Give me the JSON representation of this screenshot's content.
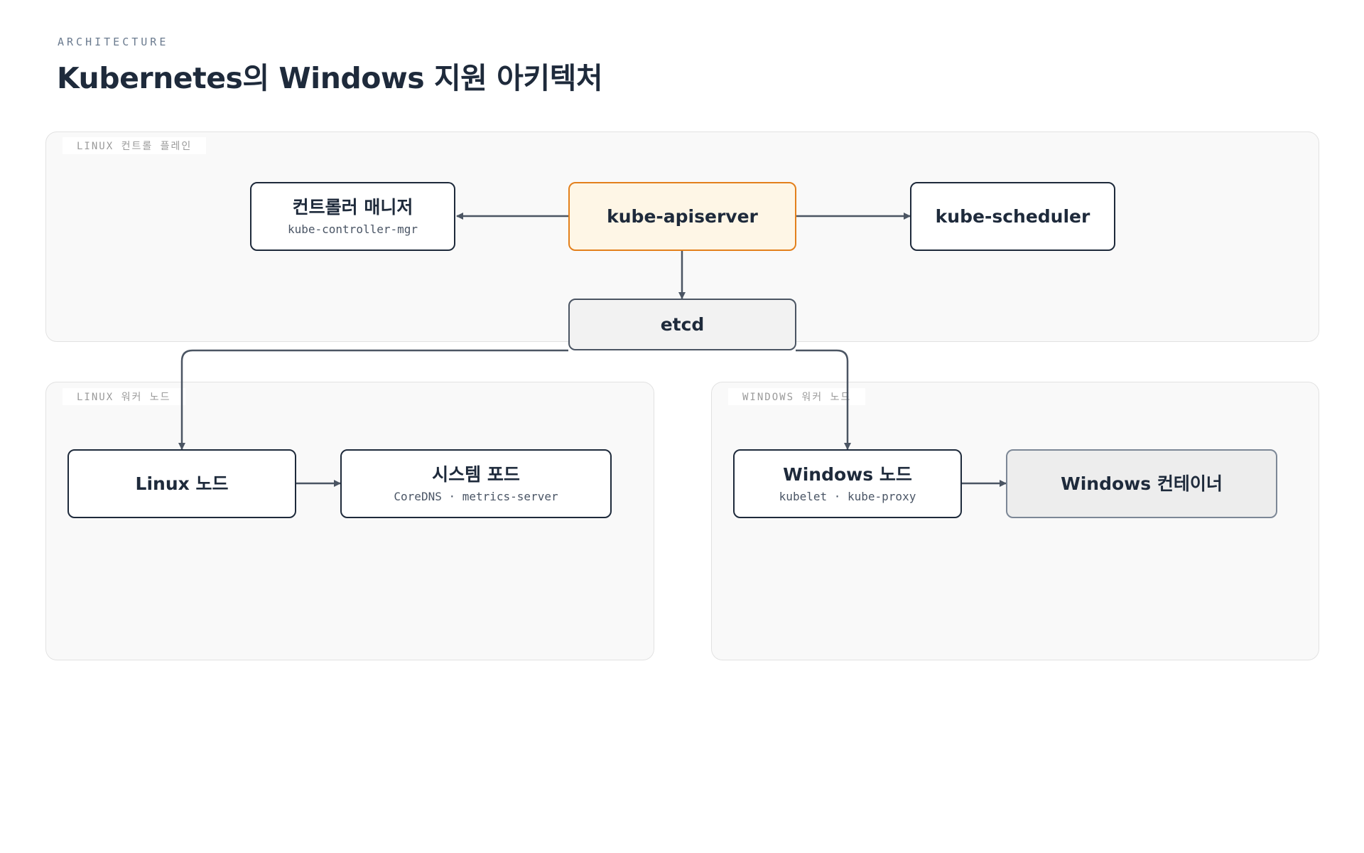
{
  "header": {
    "eyebrow": "ARCHITECTURE",
    "title": "Kubernetes의 Windows 지원 아키텍처"
  },
  "regions": {
    "control_plane": {
      "label": "LINUX 컨트롤 플레인"
    },
    "linux_workers": {
      "label": "LINUX 워커 노드"
    },
    "windows_workers": {
      "label": "WINDOWS 워커 노드"
    }
  },
  "nodes": {
    "controller_manager": {
      "name": "컨트롤러 매니저",
      "sub": "kube-controller-mgr"
    },
    "apiserver": {
      "name": "kube-apiserver"
    },
    "scheduler": {
      "name": "kube-scheduler"
    },
    "etcd": {
      "name": "etcd"
    },
    "linux_node": {
      "name": "Linux 노드"
    },
    "system_pods": {
      "name": "시스템 포드",
      "sub": "CoreDNS · metrics-server"
    },
    "windows_node": {
      "name": "Windows 노드",
      "sub": "kubelet · kube-proxy"
    },
    "windows_containers": {
      "name": "Windows 컨테이너"
    }
  },
  "colors": {
    "ink": "#1e2a3b",
    "accent": "#e3801c",
    "accent_fill": "#fef6e6",
    "connector": "#4b5563",
    "region_fill": "#f9f9f9"
  }
}
